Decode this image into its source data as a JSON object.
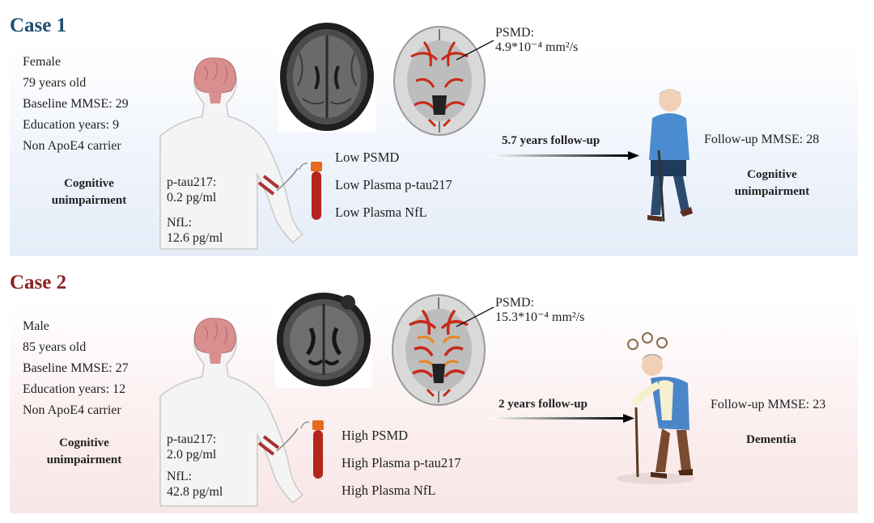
{
  "colors": {
    "case1_title": "#1d4f73",
    "case2_title": "#8b2323",
    "panel1_bg": "#e9effa",
    "panel2_bg": "#fae9e9",
    "tract_red": "#c62a1b",
    "tract_orange": "#e8861f"
  },
  "cases": [
    {
      "title": "Case 1",
      "demographics": [
        "Female",
        "79 years old",
        "Baseline MMSE: 29",
        "Education years: 9",
        "Non ApoE4 carrier"
      ],
      "baseline_status": [
        "Cognitive",
        "unimpairment"
      ],
      "ptau_label": "p-tau217:",
      "ptau_value": "0.2 pg/ml",
      "nfl_label": "NfL:",
      "nfl_value": "12.6 pg/ml",
      "levels": [
        "Low PSMD",
        "Low Plasma p-tau217",
        "Low Plasma NfL"
      ],
      "psmd_label": "PSMD:",
      "psmd_value": "4.9*10⁻⁴ mm²/s",
      "followup": "5.7 years follow-up",
      "followup_mmse": "Follow-up MMSE: 28",
      "outcome": [
        "Cognitive",
        "unimpairment"
      ],
      "icons": [
        "brain-mri-icon",
        "white-matter-tract-icon",
        "person-blood-draw-icon",
        "blood-tube-icon",
        "elderly-walking-icon"
      ]
    },
    {
      "title": "Case 2",
      "demographics": [
        "Male",
        "85 years old",
        "Baseline MMSE: 27",
        "Education years: 12",
        "Non ApoE4 carrier"
      ],
      "baseline_status": [
        "Cognitive",
        "unimpairment"
      ],
      "ptau_label": "p-tau217:",
      "ptau_value": "2.0 pg/ml",
      "nfl_label": "NfL:",
      "nfl_value": "42.8 pg/ml",
      "levels": [
        "High PSMD",
        "High Plasma p-tau217",
        "High Plasma NfL"
      ],
      "psmd_label": "PSMD:",
      "psmd_value": "15.3*10⁻⁴ mm²/s",
      "followup": "2 years follow-up",
      "followup_mmse": "Follow-up MMSE: 23",
      "outcome": [
        "Dementia"
      ],
      "icons": [
        "brain-mri-icon",
        "white-matter-tract-icon",
        "person-blood-draw-icon",
        "blood-tube-icon",
        "confused-elderly-icon"
      ]
    }
  ]
}
